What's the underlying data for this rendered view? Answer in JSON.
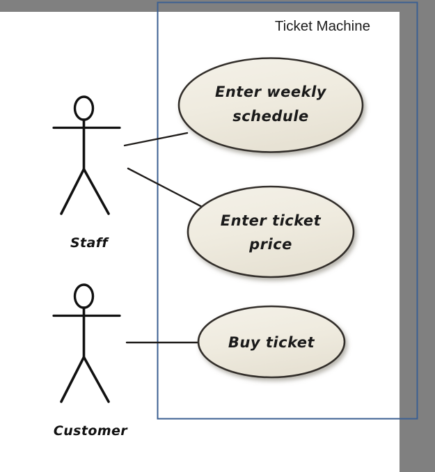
{
  "page": {
    "background_color": "#808080",
    "canvas_color": "#ffffff"
  },
  "system_boundary": {
    "title": "Ticket Machine",
    "border_color": "#3b5f92"
  },
  "actors": [
    {
      "id": "staff",
      "label": "Staff",
      "icon": "stick-figure-actor"
    },
    {
      "id": "customer",
      "label": "Customer",
      "icon": "stick-figure-actor"
    }
  ],
  "use_cases": [
    {
      "id": "enter-weekly-schedule",
      "line1": "Enter weekly",
      "line2": "schedule",
      "fill_color": "#efebe0",
      "stroke_color": "#332f2b"
    },
    {
      "id": "enter-ticket-price",
      "line1": "Enter ticket",
      "line2": "price",
      "fill_color": "#efebe0",
      "stroke_color": "#332f2b"
    },
    {
      "id": "buy-ticket",
      "line1": "Buy ticket",
      "line2": "",
      "fill_color": "#efebe0",
      "stroke_color": "#332f2b"
    }
  ],
  "associations": [
    {
      "id": "staff-to-enter-weekly-schedule",
      "from": "staff",
      "to": "enter-weekly-schedule"
    },
    {
      "id": "staff-to-enter-ticket-price",
      "from": "staff",
      "to": "enter-ticket-price"
    },
    {
      "id": "customer-to-buy-ticket",
      "from": "customer",
      "to": "buy-ticket"
    }
  ]
}
